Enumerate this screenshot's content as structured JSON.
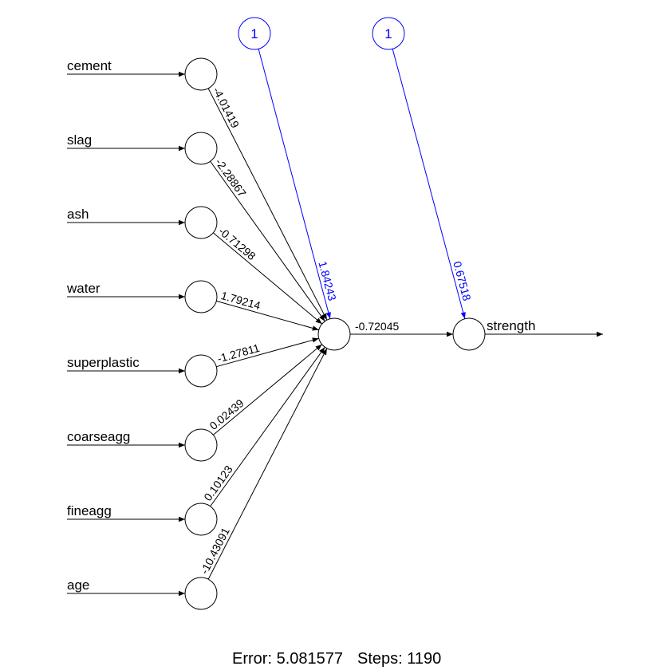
{
  "network": {
    "inputs": [
      {
        "name": "cement",
        "weight": "-4.01419"
      },
      {
        "name": "slag",
        "weight": "-2.28867"
      },
      {
        "name": "ash",
        "weight": "-0.71298"
      },
      {
        "name": "water",
        "weight": "1.79214"
      },
      {
        "name": "superplastic",
        "weight": "-1.27811"
      },
      {
        "name": "coarseagg",
        "weight": "0.02439"
      },
      {
        "name": "fineagg",
        "weight": "0.10123"
      },
      {
        "name": "age",
        "weight": "-10.43091"
      }
    ],
    "hidden_bias": {
      "label": "1",
      "weight": "1.84243"
    },
    "output_bias": {
      "label": "1",
      "weight": "0.67518"
    },
    "hidden_to_output_weight": "-0.72045",
    "output_name": "strength",
    "colors": {
      "edge": "#000000",
      "bias": "#0000ff"
    }
  },
  "footer": {
    "error": "Error: 5.081577",
    "steps": "Steps: 1190"
  }
}
